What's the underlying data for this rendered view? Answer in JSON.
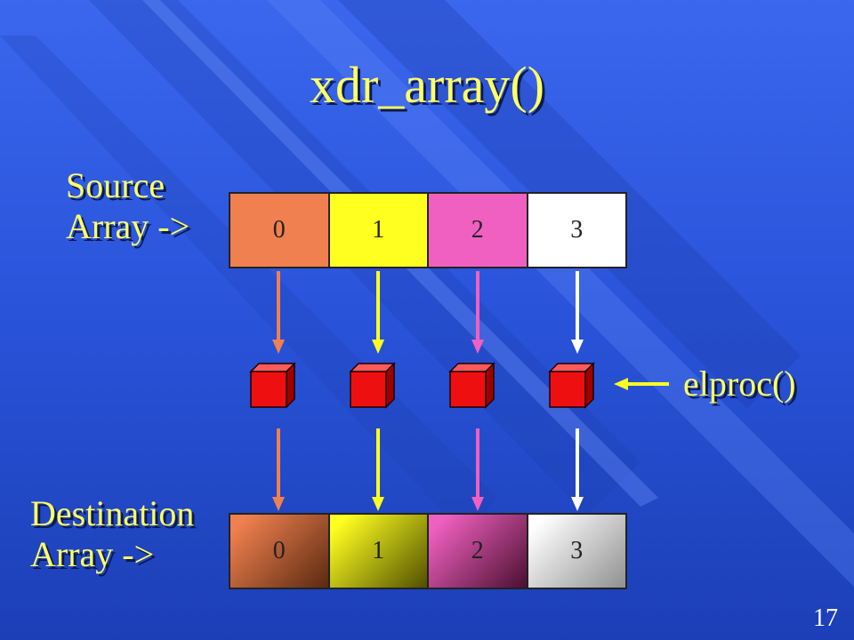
{
  "title": "xdr_array()",
  "source_label": "Source\nArray ->",
  "destination_label": "Destination\nArray ->",
  "elproc_label": "elproc()",
  "source_cells": [
    {
      "label": "0",
      "color": "#f08050"
    },
    {
      "label": "1",
      "color": "#ffff20"
    },
    {
      "label": "2",
      "color": "#f060c0"
    },
    {
      "label": "3",
      "color": "#ffffff"
    }
  ],
  "destination_cells": [
    {
      "label": "0",
      "gradient": [
        "#f08050",
        "#5a2a10"
      ]
    },
    {
      "label": "1",
      "gradient": [
        "#ffff20",
        "#505000"
      ]
    },
    {
      "label": "2",
      "gradient": [
        "#f060c0",
        "#4a1030"
      ]
    },
    {
      "label": "3",
      "gradient": [
        "#ffffff",
        "#909090"
      ]
    }
  ],
  "arrow_colors": [
    "#f08050",
    "#ffff20",
    "#f060c0",
    "#ffffff"
  ],
  "elproc_arrow_color": "#ffff20",
  "cube_color": "#ee1010",
  "page_number": "17"
}
